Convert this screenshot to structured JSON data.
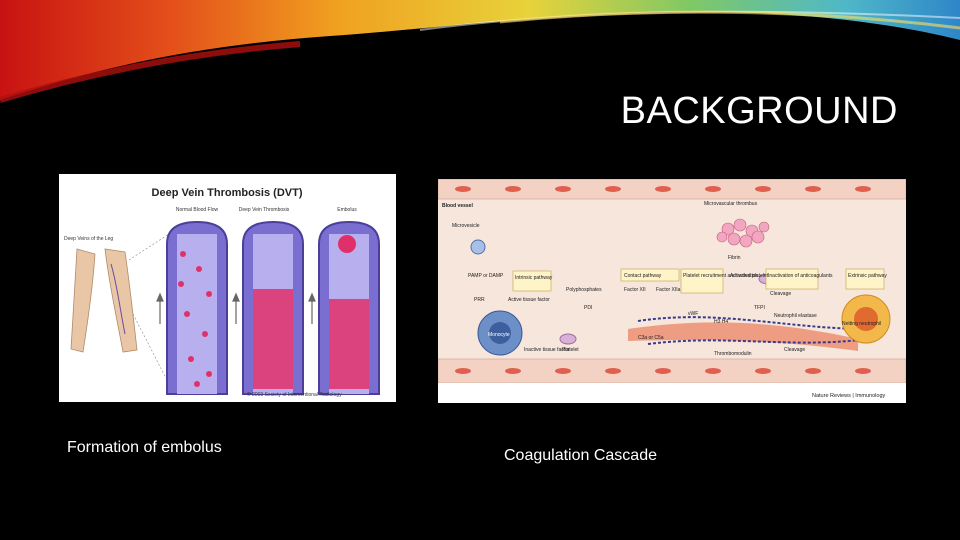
{
  "slide": {
    "title": "BACKGROUND"
  },
  "figure_left": {
    "heading": "Deep Vein Thrombosis (DVT)",
    "panel_labels": [
      "Normal Blood Flow",
      "Deep Vein Thrombosis",
      "Embolus"
    ],
    "leg_label": "Deep Veins of the Leg",
    "copyright": "© 2003 Society of Interventional Radiology",
    "caption": "Formation of embolus"
  },
  "figure_right": {
    "labels": {
      "blood_vessel": "Blood vessel",
      "microvascular": "Microvascular thrombus",
      "microvesicle": "Microvesicle",
      "fibrin": "Fibrin",
      "pamp": "PAMP or DAMP",
      "intrinsic": "Intrinsic pathway",
      "active_tf": "Active tissue factor",
      "polyphosphates": "Polyphosphates",
      "contact": "Contact pathway",
      "factor_xii": "Factor XII",
      "factor_xiia": "Factor XIIa",
      "platelet_recruit": "Platelet recruitment and activation",
      "activated_platelet": "Activated platelet",
      "inactivation": "Inactivation of anticoagulants",
      "extrinsic": "Extrinsic pathway",
      "prr": "PRR",
      "pdi": "PDI",
      "monocyte": "Monocyte",
      "inactive_tf": "Inactive tissue factor",
      "platelet": "Platelet",
      "c3a": "C3a or C5a",
      "vwf": "vWF",
      "h3": "H3 H4",
      "tfpi": "TFPI",
      "cleavage1": "Cleavage",
      "neutrophil_elastase": "Neutrophil elastase",
      "netting": "Netting neutrophil",
      "thrombomodulin": "Thrombomodulin",
      "cleavage2": "Cleavage",
      "source": "Nature Reviews | Immunology"
    },
    "caption": "Coagulation Cascade"
  },
  "colors": {
    "background": "#000000",
    "text": "#ffffff",
    "vessel": "#7a6fd0",
    "clot": "#e0306a",
    "endothelium": "#f3d2c4"
  }
}
